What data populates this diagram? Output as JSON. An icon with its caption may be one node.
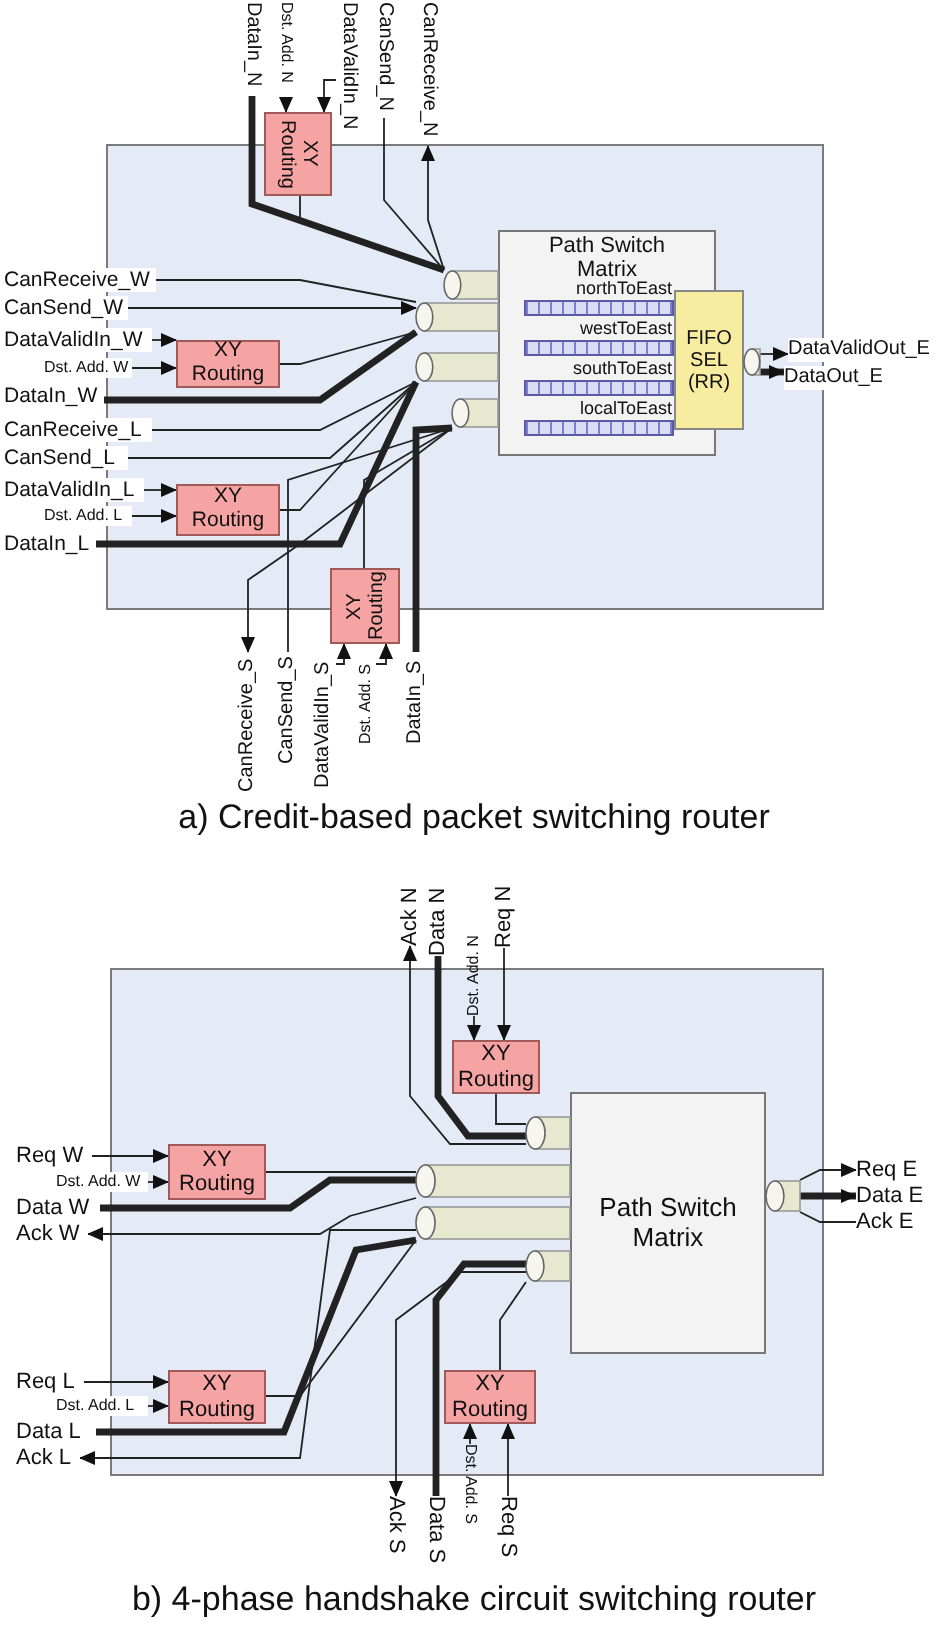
{
  "diagram": {
    "nodes": [
      {
        "text": [
          "DataIn_N"
        ]
      },
      {
        "text": [
          "Dst. Add. N"
        ]
      },
      {
        "text": [
          "DataValidIn_N"
        ]
      },
      {
        "text": [
          "CanSend_N"
        ]
      },
      {
        "text": [
          "CanReceive_N"
        ]
      },
      {
        "text": [],
        "shape": "box"
      },
      {
        "text": [
          "XY Routing"
        ]
      },
      {
        "text": [
          "Path Switch Matrix"
        ],
        "in": 5
      },
      {
        "text": [
          "FIFO SEL (RR)"
        ],
        "in": 5
      },
      {
        "text": [],
        "shape": "cylinder",
        "in": 5
      },
      {
        "text": [],
        "shape": "cylinder",
        "in": 5
      },
      {
        "text": [],
        "shape": "cylinder",
        "in": 5
      },
      {
        "text": [],
        "shape": "cylinder",
        "in": 5
      },
      {
        "text": [],
        "shape": "cylinder",
        "in": 5
      },
      {
        "text": [
          "CanReceive_W"
        ]
      },
      {
        "text": [
          "CanSend_W"
        ]
      },
      {
        "text": [
          "DataValidIn_W"
        ]
      },
      {
        "text": [
          "Dst. Add. W"
        ]
      },
      {
        "text": [
          "DataIn_W"
        ]
      },
      {
        "text": [
          "XY Routing"
        ],
        "in": 5
      },
      {
        "text": [
          "DataValidOut_E"
        ]
      },
      {
        "text": [
          "DataOut_E"
        ]
      },
      {
        "text": [
          "CanReceive_L"
        ]
      },
      {
        "text": [
          "CanSend_L"
        ]
      },
      {
        "text": [
          "DataValidIn_L"
        ]
      },
      {
        "text": [
          "Dst. Add. L"
        ]
      },
      {
        "text": [
          "DataIn_L"
        ]
      },
      {
        "text": [
          "XY Routing"
        ],
        "in": 5
      },
      {
        "text": [
          "XY Routing"
        ]
      },
      {
        "text": [
          "CanReceive_S"
        ]
      },
      {
        "text": [
          "CanSend_S"
        ]
      },
      {
        "text": [
          "DataValidIn_S"
        ]
      },
      {
        "text": [
          "Dst. Add. S"
        ]
      },
      {
        "text": [
          "DataIn_S"
        ]
      },
      {
        "text": [
          "Ack N"
        ]
      },
      {
        "text": [
          "Data N"
        ]
      },
      {
        "text": [
          "Dst. Add. N"
        ]
      },
      {
        "text": [
          "Req N"
        ]
      },
      {
        "text": [],
        "shape": "box"
      },
      {
        "text": [
          "XY Routing"
        ],
        "in": 38
      },
      {
        "text": [
          "Path Switch Matrix"
        ],
        "in": 38
      },
      {
        "text": [],
        "shape": "cylinder",
        "in": 38
      },
      {
        "text": [],
        "shape": "cylinder",
        "in": 38
      },
      {
        "text": [],
        "shape": "cylinder",
        "in": 38
      },
      {
        "text": [],
        "shape": "cylinder",
        "in": 38
      },
      {
        "text": [],
        "shape": "cylinder",
        "in": 38
      },
      {
        "text": [
          "Req W"
        ]
      },
      {
        "text": [
          "Dst. Add. W"
        ]
      },
      {
        "text": [
          "Data W"
        ]
      },
      {
        "text": [
          "Ack W"
        ]
      },
      {
        "text": [
          "XY Routing"
        ],
        "in": 38
      },
      {
        "text": [
          "Req E"
        ]
      },
      {
        "text": [
          "Data E"
        ]
      },
      {
        "text": [
          "Ack E"
        ]
      },
      {
        "text": [
          "Req L"
        ]
      },
      {
        "text": [
          "Dst. Add. L"
        ]
      },
      {
        "text": [
          "Data L"
        ]
      },
      {
        "text": [
          "Ack L"
        ]
      },
      {
        "text": [
          "XY Routing"
        ],
        "in": 38
      },
      {
        "text": [
          "XY Routing"
        ],
        "in": 38
      },
      {
        "text": [
          "Ack S"
        ]
      },
      {
        "text": [
          "Data S"
        ]
      },
      {
        "text": [
          "Dst. Add. S"
        ]
      },
      {
        "text": [
          "Req S"
        ]
      }
    ],
    "edges": [
      {
        "from": 0,
        "to": 9,
        "arrow": "none",
        "style": "thick"
      },
      {
        "from": 1,
        "to": 6,
        "arrow": "to"
      },
      {
        "from": 2,
        "to": 6,
        "arrow": "to"
      },
      {
        "from": 3,
        "to": 9,
        "arrow": "none"
      },
      {
        "from": 9,
        "to": 4,
        "arrow": "to"
      },
      {
        "from": 6,
        "to": 9,
        "arrow": "none"
      },
      {
        "from": 10,
        "to": 14,
        "arrow": "none"
      },
      {
        "from": 15,
        "to": 10,
        "arrow": "to"
      },
      {
        "from": 16,
        "to": 19,
        "arrow": "to"
      },
      {
        "from": 17,
        "to": 19,
        "arrow": "to"
      },
      {
        "from": 18,
        "to": 10,
        "arrow": "none",
        "style": "thick"
      },
      {
        "from": 19,
        "to": 10,
        "arrow": "none"
      },
      {
        "from": 13,
        "to": 20,
        "arrow": "to"
      },
      {
        "from": 13,
        "to": 21,
        "arrow": "to",
        "style": "thick"
      },
      {
        "from": 11,
        "to": 22,
        "arrow": "none"
      },
      {
        "from": 23,
        "to": 11,
        "arrow": "none"
      },
      {
        "from": 24,
        "to": 27,
        "arrow": "to"
      },
      {
        "from": 25,
        "to": 27,
        "arrow": "to"
      },
      {
        "from": 26,
        "to": 11,
        "arrow": "none",
        "style": "thick"
      },
      {
        "from": 27,
        "to": 11,
        "arrow": "none"
      },
      {
        "from": 12,
        "to": 29,
        "arrow": "to"
      },
      {
        "from": 30,
        "to": 12,
        "arrow": "none"
      },
      {
        "from": 31,
        "to": 28,
        "arrow": "to"
      },
      {
        "from": 32,
        "to": 28,
        "arrow": "to"
      },
      {
        "from": 33,
        "to": 12,
        "arrow": "none",
        "style": "thick"
      },
      {
        "from": 28,
        "to": 12,
        "arrow": "none"
      },
      {
        "from": 41,
        "to": 34,
        "arrow": "to"
      },
      {
        "from": 35,
        "to": 41,
        "arrow": "none",
        "style": "thick"
      },
      {
        "from": 36,
        "to": 39,
        "arrow": "to"
      },
      {
        "from": 37,
        "to": 39,
        "arrow": "to"
      },
      {
        "from": 39,
        "to": 41,
        "arrow": "none"
      },
      {
        "from": 46,
        "to": 50,
        "arrow": "to"
      },
      {
        "from": 47,
        "to": 50,
        "arrow": "to"
      },
      {
        "from": 48,
        "to": 42,
        "arrow": "none",
        "style": "thick"
      },
      {
        "from": 42,
        "to": 49,
        "arrow": "to"
      },
      {
        "from": 50,
        "to": 42,
        "arrow": "none"
      },
      {
        "from": 45,
        "to": 51,
        "arrow": "to"
      },
      {
        "from": 45,
        "to": 52,
        "arrow": "to",
        "style": "thick"
      },
      {
        "from": 53,
        "to": 45,
        "arrow": "none"
      },
      {
        "from": 54,
        "to": 58,
        "arrow": "to"
      },
      {
        "from": 55,
        "to": 58,
        "arrow": "to"
      },
      {
        "from": 56,
        "to": 43,
        "arrow": "none",
        "style": "thick"
      },
      {
        "from": 43,
        "to": 57,
        "arrow": "to"
      },
      {
        "from": 58,
        "to": 43,
        "arrow": "none"
      },
      {
        "from": 44,
        "to": 60,
        "arrow": "to"
      },
      {
        "from": 61,
        "to": 44,
        "arrow": "none",
        "style": "thick"
      },
      {
        "from": 62,
        "to": 59,
        "arrow": "to"
      },
      {
        "from": 63,
        "to": 59,
        "arrow": "to"
      },
      {
        "from": 59,
        "to": 44,
        "arrow": "none"
      }
    ],
    "labels": [
      "northToEast",
      "westToEast",
      "southToEast",
      "localToEast",
      "a) Credit-based packet switching router",
      "b) 4-phase handshake circuit switching router"
    ]
  }
}
